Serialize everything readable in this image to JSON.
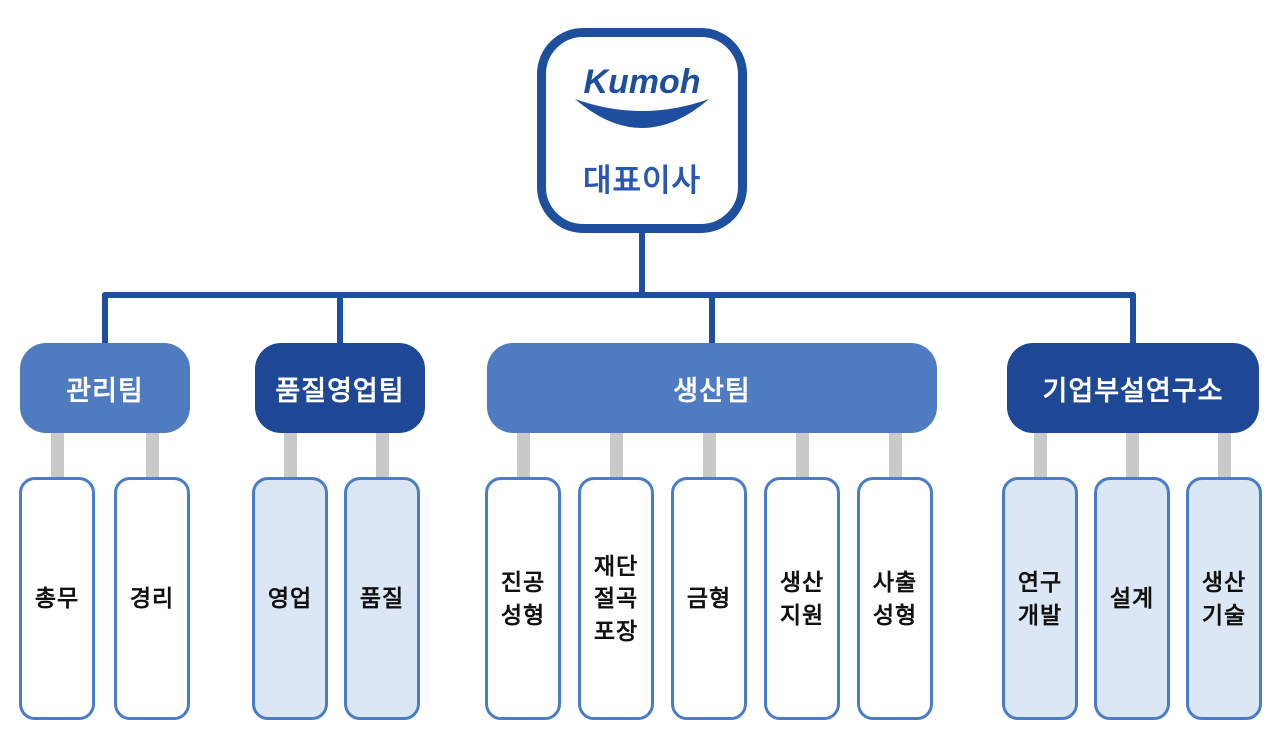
{
  "root": {
    "logo_text": "Kumoh",
    "title": "대표이사"
  },
  "departments": [
    {
      "label": "관리팀",
      "children": [
        "총무",
        "경리"
      ]
    },
    {
      "label": "품질영업팀",
      "children": [
        "영업",
        "품질"
      ]
    },
    {
      "label": "생산팀",
      "children": [
        "진공\n성형",
        "재단\n절곡\n포장",
        "금형",
        "생산\n지원",
        "사출\n성형"
      ]
    },
    {
      "label": "기업부설연구소",
      "children": [
        "연구\n개발",
        "설계",
        "생산\n기술"
      ]
    }
  ],
  "colors": {
    "line_blue": "#1d4f9e",
    "dept_medium_blue": "#4f7bc0",
    "dept_dark_blue": "#1e4896",
    "leaf_border_blue": "#4a7cc8",
    "leaf_light_fill": "#dbe7f5",
    "leaf_white_fill": "#ffffff",
    "connector_gray": "#c9c9c9",
    "title_blue": "#2a57b0"
  }
}
